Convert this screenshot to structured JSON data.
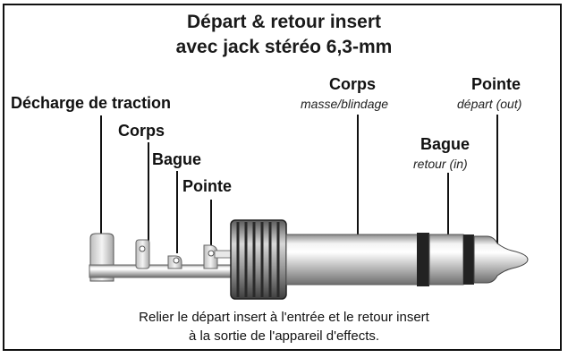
{
  "title": {
    "line1": "Départ & retour insert",
    "line2": "avec jack stéréo 6,3-mm"
  },
  "left_labels": {
    "strain_relief": "Décharge de traction",
    "sleeve": "Corps",
    "ring": "Bague",
    "tip": "Pointe"
  },
  "plug_labels": {
    "sleeve": {
      "name": "Corps",
      "desc": "masse/blindage"
    },
    "ring": {
      "name": "Bague",
      "desc": "retour (in)"
    },
    "tip": {
      "name": "Pointe",
      "desc": "départ (out)"
    }
  },
  "caption": {
    "line1": "Relier le départ insert à l'entrée et le retour insert",
    "line2": "à la sortie de l'appareil d'effects."
  }
}
